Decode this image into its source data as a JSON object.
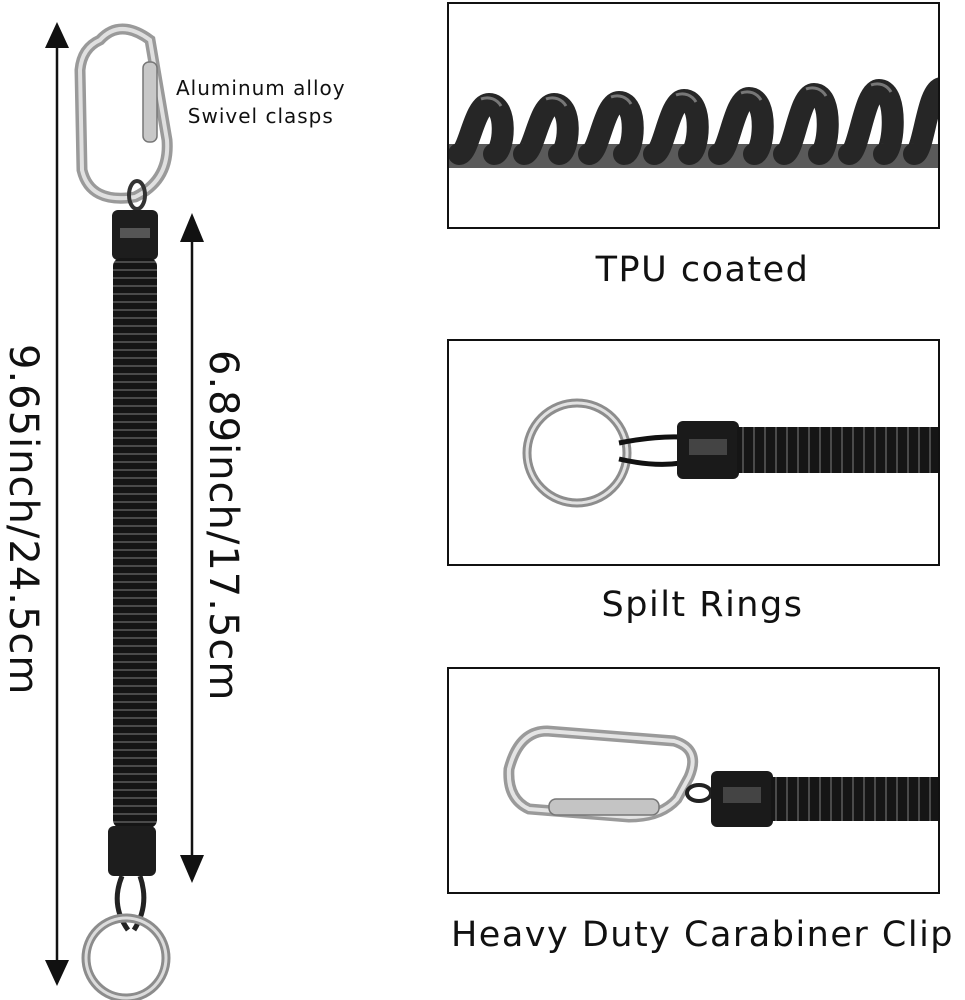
{
  "labels": {
    "overall_length": "9.65inch/24.5cm",
    "coil_length": "6.89inch/17.5cm",
    "clasp_line1": "Aluminum alloy",
    "clasp_line2": "Swivel clasps"
  },
  "features": [
    {
      "caption": "TPU coated",
      "icon": "coil-closeup"
    },
    {
      "caption": "Spilt Rings",
      "icon": "split-ring-closeup"
    },
    {
      "caption": "Heavy Duty Carabiner Clip",
      "icon": "carabiner-closeup"
    }
  ],
  "colors": {
    "coil": "#1a1a1a",
    "metal": "#b8b8b8",
    "border": "#111111"
  }
}
